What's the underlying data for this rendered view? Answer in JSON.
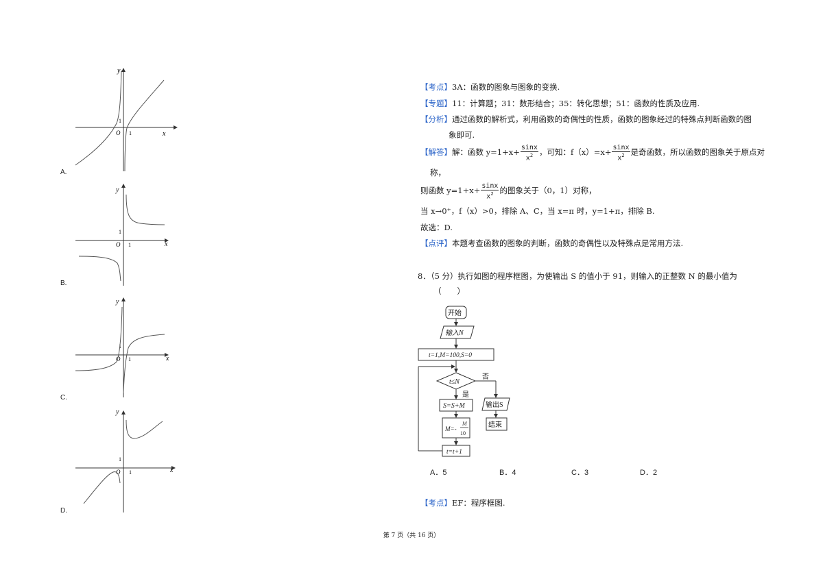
{
  "graphs": [
    {
      "option": "A.",
      "axis_x": "x",
      "axis_y": "y",
      "origin": "O",
      "tick": "1"
    },
    {
      "option": "B.",
      "axis_x": "x",
      "axis_y": "y",
      "origin": "O",
      "tick": "1"
    },
    {
      "option": "C.",
      "axis_x": "x",
      "axis_y": "y",
      "origin": "O",
      "tick": "1"
    },
    {
      "option": "D.",
      "axis_x": "x",
      "axis_y": "y",
      "origin": "O",
      "tick": "1"
    }
  ],
  "analysis": {
    "kaodian_tag": "【考点】",
    "kaodian_text": "3A：函数的图象与图象的变换.",
    "zhuanti_tag": "【专题】",
    "zhuanti_text": "11：计算题；31：数形结合；35：转化思想；51：函数的性质及应用.",
    "fenxi_tag": "【分析】",
    "fenxi_line1": "通过函数的解析式，利用函数的奇偶性的性质，函数的图象经过的特殊点判断函数的图",
    "fenxi_line2": "象即可.",
    "jieda_tag": "【解答】",
    "jieda_a": "解：函数 y=1+x+",
    "jieda_b": "，可知：f（x）=x+",
    "jieda_c": "是奇函数，所以函数的图象关于原点对",
    "jieda_line2": "称，",
    "frac_num": "sinx",
    "frac_den": "x",
    "frac_exp": "2",
    "line3_a": "则函数 y=1+x+",
    "line3_b": "的图象关于（0，1）对称，",
    "line4": "当 x→0⁺，f（x）>0，排除 A、C，当 x=π 时，y=1+π，排除 B.",
    "line5": "故选：D.",
    "dianping_tag": "【点评】",
    "dianping_text": "本题考查函数的图象的判断，函数的奇偶性以及特殊点是常用方法."
  },
  "question8": {
    "line1": "8．（5 分）执行如图的程序框图，为使输出 S 的值小于 91，则输入的正整数 N 的最小值为",
    "line2": "（　　）",
    "flow": {
      "start": "开始",
      "input": "输入N",
      "init": "t=1,M=100,S=0",
      "cond": "t≤N",
      "no": "否",
      "yes": "是",
      "step1": "S=S+M",
      "step2_prefix": "M=-",
      "step2_num": "M",
      "step2_den": "10",
      "step3": "t=t+1",
      "output": "输出S",
      "end": "结束"
    },
    "choices": [
      "A．5",
      "B．4",
      "C．3",
      "D．2"
    ],
    "kaodian_tag": "【考点】",
    "kaodian_text": "EF：程序框图."
  },
  "footer": "第 7 页（共 16 页）"
}
